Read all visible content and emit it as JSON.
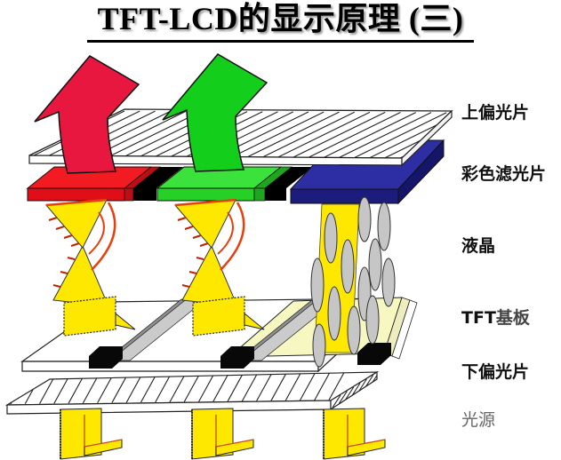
{
  "title": {
    "text": "TFT-LCD的显示原理 (三)"
  },
  "labels": {
    "top_polarizer": "上偏光片",
    "color_filter": "彩色滤光片",
    "liquid_crystal": "液晶",
    "tft_prefix": "TFT",
    "tft_suffix": "基板",
    "bottom_polarizer": "下偏光片",
    "light_source": "光源"
  },
  "colors": {
    "arrow_red": "#E8173F",
    "arrow_green": "#14CE1C",
    "filter_red_top": "#F31B22",
    "filter_red_front": "#E00E19",
    "filter_red_side": "#BC0E15",
    "filter_green_top": "#3CE23C",
    "filter_green_front": "#27D027",
    "filter_green_side": "#1FA51F",
    "filter_blue_top": "#2D2DA4",
    "filter_blue_front": "#1C1C7C",
    "filter_blue_side": "#15156A",
    "separator_black": "#000000",
    "beam_yellow": "#FFE800",
    "pixel_pale_yellow": "#F7F7C2",
    "lc_molecule_gray": "#C6C6C6",
    "rail_light": "#CBCBCB",
    "rail_dark": "#8F8F8F",
    "twist_accent_red": "#E8400C",
    "beam_center_orange": "#C86400"
  }
}
